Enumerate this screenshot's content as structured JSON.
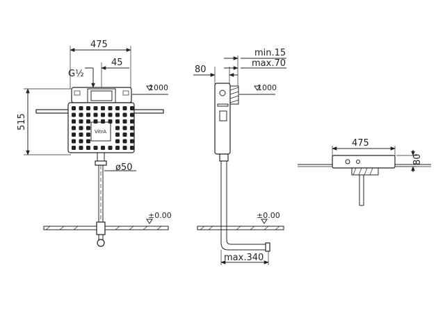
{
  "front_view": {
    "width_label": "475",
    "height_label": "515",
    "connection_label": "G½",
    "offset_label": "45",
    "pipe_label": "ø50",
    "level_top": "1000",
    "level_floor": "±0.00",
    "brand": "VitrA"
  },
  "side_view": {
    "depth_label": "80",
    "min_label": "min.15",
    "max_label": "max.70",
    "level_top": "1000",
    "level_floor": "±0.00",
    "reach_label": "max.340"
  },
  "top_view": {
    "width_label": "475",
    "depth_label": "80"
  }
}
